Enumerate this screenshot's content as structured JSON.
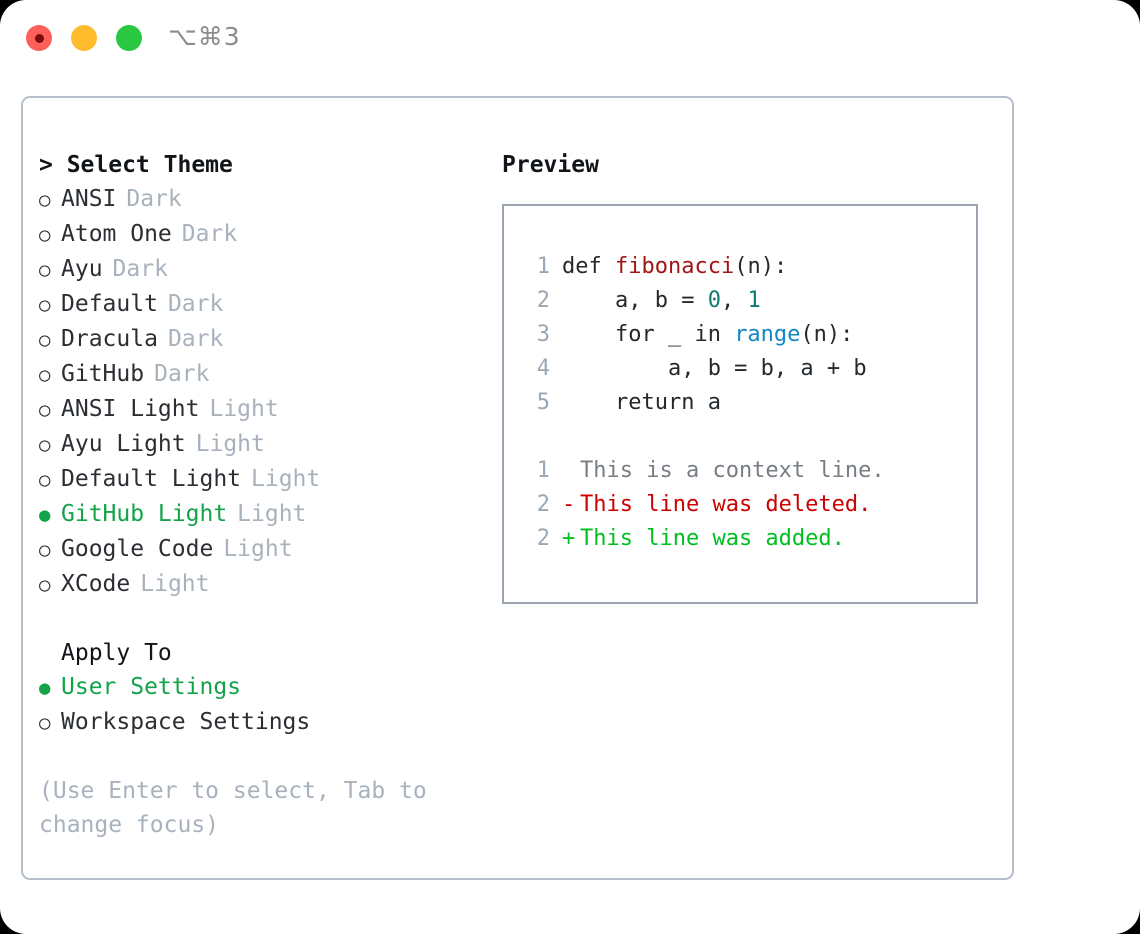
{
  "titlebar": {
    "shortcut": "⌥⌘3",
    "lights": [
      {
        "name": "close",
        "color": "#fc6058"
      },
      {
        "name": "minimize",
        "color": "#ffbd2e"
      },
      {
        "name": "maximize",
        "color": "#2ac840"
      }
    ]
  },
  "theme_picker": {
    "header": "> Select Theme",
    "selected_color": "#13a44a",
    "bullet_selected": "●",
    "bullet_unselected": "○",
    "items": [
      {
        "label": "ANSI",
        "variant": "Dark",
        "selected": false
      },
      {
        "label": "Atom One",
        "variant": "Dark",
        "selected": false
      },
      {
        "label": "Ayu",
        "variant": "Dark",
        "selected": false
      },
      {
        "label": "Default",
        "variant": "Dark",
        "selected": false
      },
      {
        "label": "Dracula",
        "variant": "Dark",
        "selected": false
      },
      {
        "label": "GitHub",
        "variant": "Dark",
        "selected": false
      },
      {
        "label": "ANSI Light",
        "variant": "Light",
        "selected": false
      },
      {
        "label": "Ayu Light",
        "variant": "Light",
        "selected": false
      },
      {
        "label": "Default Light",
        "variant": "Light",
        "selected": false
      },
      {
        "label": "GitHub Light",
        "variant": "Light",
        "selected": true
      },
      {
        "label": "Google Code",
        "variant": "Light",
        "selected": false
      },
      {
        "label": "XCode",
        "variant": "Light",
        "selected": false
      }
    ]
  },
  "apply_to": {
    "header": "Apply To",
    "items": [
      {
        "label": "User Settings",
        "selected": true
      },
      {
        "label": "Workspace Settings",
        "selected": false
      }
    ]
  },
  "hint": "(Use Enter to select, Tab to change focus)",
  "preview": {
    "header": "Preview",
    "code_lines": [
      {
        "no": "1",
        "tokens": [
          {
            "t": "def ",
            "c": "plain"
          },
          {
            "t": "fibonacci",
            "c": "fn"
          },
          {
            "t": "(n):",
            "c": "plain"
          }
        ]
      },
      {
        "no": "2",
        "tokens": [
          {
            "t": "    a, b = ",
            "c": "plain"
          },
          {
            "t": "0",
            "c": "num"
          },
          {
            "t": ", ",
            "c": "plain"
          },
          {
            "t": "1",
            "c": "num"
          }
        ]
      },
      {
        "no": "3",
        "tokens": [
          {
            "t": "    for _ in ",
            "c": "plain"
          },
          {
            "t": "range",
            "c": "call"
          },
          {
            "t": "(n):",
            "c": "plain"
          }
        ]
      },
      {
        "no": "4",
        "tokens": [
          {
            "t": "        a, b = b, a + b",
            "c": "plain"
          }
        ]
      },
      {
        "no": "5",
        "tokens": [
          {
            "t": "    return a",
            "c": "plain"
          }
        ]
      }
    ],
    "diff_lines": [
      {
        "no": "1",
        "sign": " ",
        "text": "This is a context line.",
        "kind": "context"
      },
      {
        "no": "2",
        "sign": "-",
        "text": "This line was deleted.",
        "kind": "deleted"
      },
      {
        "no": "2",
        "sign": "+",
        "text": "This line was added.",
        "kind": "added"
      }
    ]
  }
}
